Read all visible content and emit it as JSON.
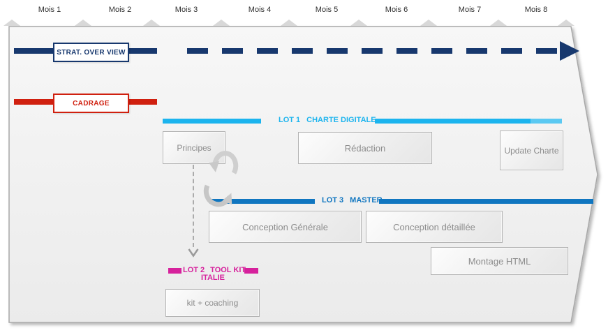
{
  "timeline": {
    "months": [
      "Mois 1",
      "Mois 2",
      "Mois 3",
      "Mois 4",
      "Mois 5",
      "Mois 6",
      "Mois 7",
      "Mois 8"
    ]
  },
  "colors": {
    "navy": "#17386e",
    "red": "#d0200f",
    "cyan": "#1cb4ee",
    "blue": "#1076c0",
    "magenta": "#d6219c"
  },
  "strat_overview": {
    "label": "STRAT. OVER VIEW"
  },
  "cadrage": {
    "label": "CADRAGE"
  },
  "lot1": {
    "code": "LOT 1",
    "name": "CHARTE DIGITALE",
    "tasks": {
      "principes": "Principes",
      "redaction": "Rédaction",
      "update_charte": "Update Charte"
    }
  },
  "lot3": {
    "code": "LOT 3",
    "name": "MASTER",
    "tasks": {
      "conception_generale": "Conception Générale",
      "conception_detaillee": "Conception détaillée",
      "montage_html": "Montage HTML"
    }
  },
  "lot2": {
    "code": "LOT 2",
    "name": "TOOL KIT",
    "region": "ITALIE",
    "tasks": {
      "kit_coaching": "kit + coaching"
    }
  }
}
